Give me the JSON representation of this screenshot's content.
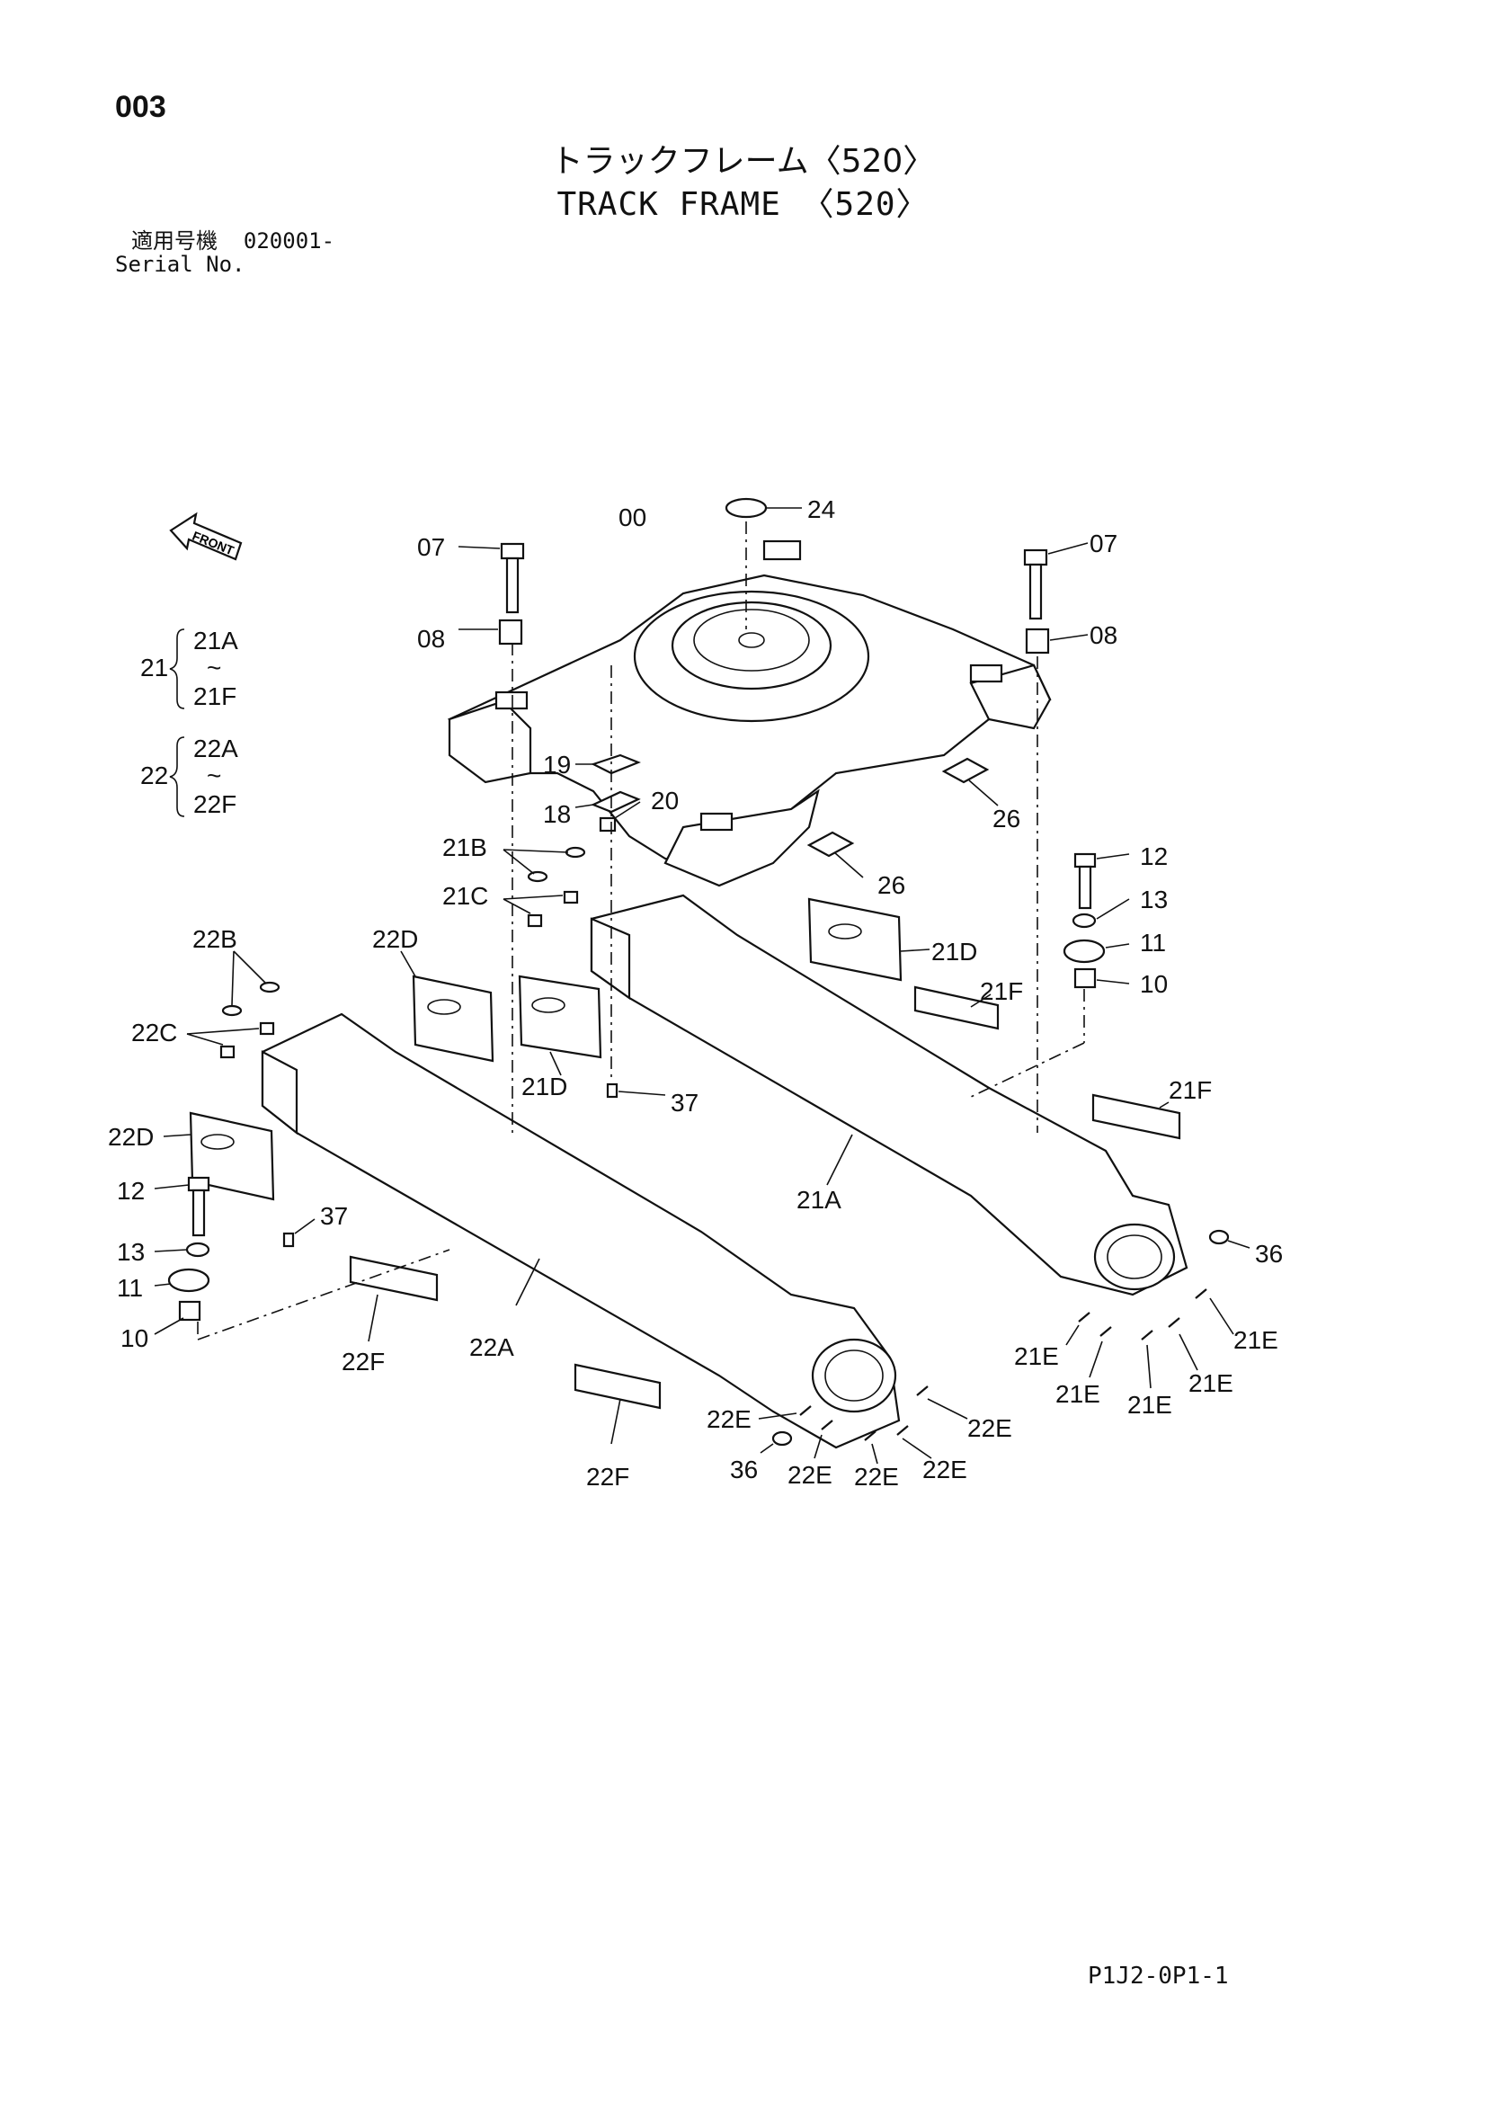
{
  "page_number": "003",
  "title_ja": "トラックフレーム〈520〉",
  "title_en": "TRACK FRAME 〈520〉",
  "serial": {
    "label_ja": "適用号機",
    "value": "020001-",
    "label_en": "Serial No."
  },
  "front_label": "FRONT",
  "groups": [
    {
      "id": "21",
      "from": "21A",
      "tilde": "~",
      "to": "21F"
    },
    {
      "id": "22",
      "from": "22A",
      "tilde": "~",
      "to": "22F"
    }
  ],
  "callouts": {
    "c00": "00",
    "c24": "24",
    "c07a": "07",
    "c07b": "07",
    "c08a": "08",
    "c08b": "08",
    "c19": "19",
    "c18": "18",
    "c20": "20",
    "c26a": "26",
    "c26b": "26",
    "c21b": "21B",
    "c21c": "21C",
    "c12a": "12",
    "c13a": "13",
    "c11a": "11",
    "c10a": "10",
    "c21d_a": "21D",
    "c21f_a": "21F",
    "c22b": "22B",
    "c22d_a": "22D",
    "c22c": "22C",
    "c21d_b": "21D",
    "c37a": "37",
    "c22d_b": "22D",
    "c21f_b": "21F",
    "c21a": "21A",
    "c12b": "12",
    "c37b": "37",
    "c13b": "13",
    "c11b": "11",
    "c10b": "10",
    "c36a": "36",
    "c21e_a": "21E",
    "c21e_b": "21E",
    "c21e_c": "21E",
    "c21e_d": "21E",
    "c21e_e": "21E",
    "c22f_a": "22F",
    "c22a": "22A",
    "c22e_a": "22E",
    "c22e_b": "22E",
    "c36b": "36",
    "c22e_c": "22E",
    "c22e_d": "22E",
    "c22e_e": "22E",
    "c22f_b": "22F"
  },
  "footer_code": "P1J2-0P1-1"
}
